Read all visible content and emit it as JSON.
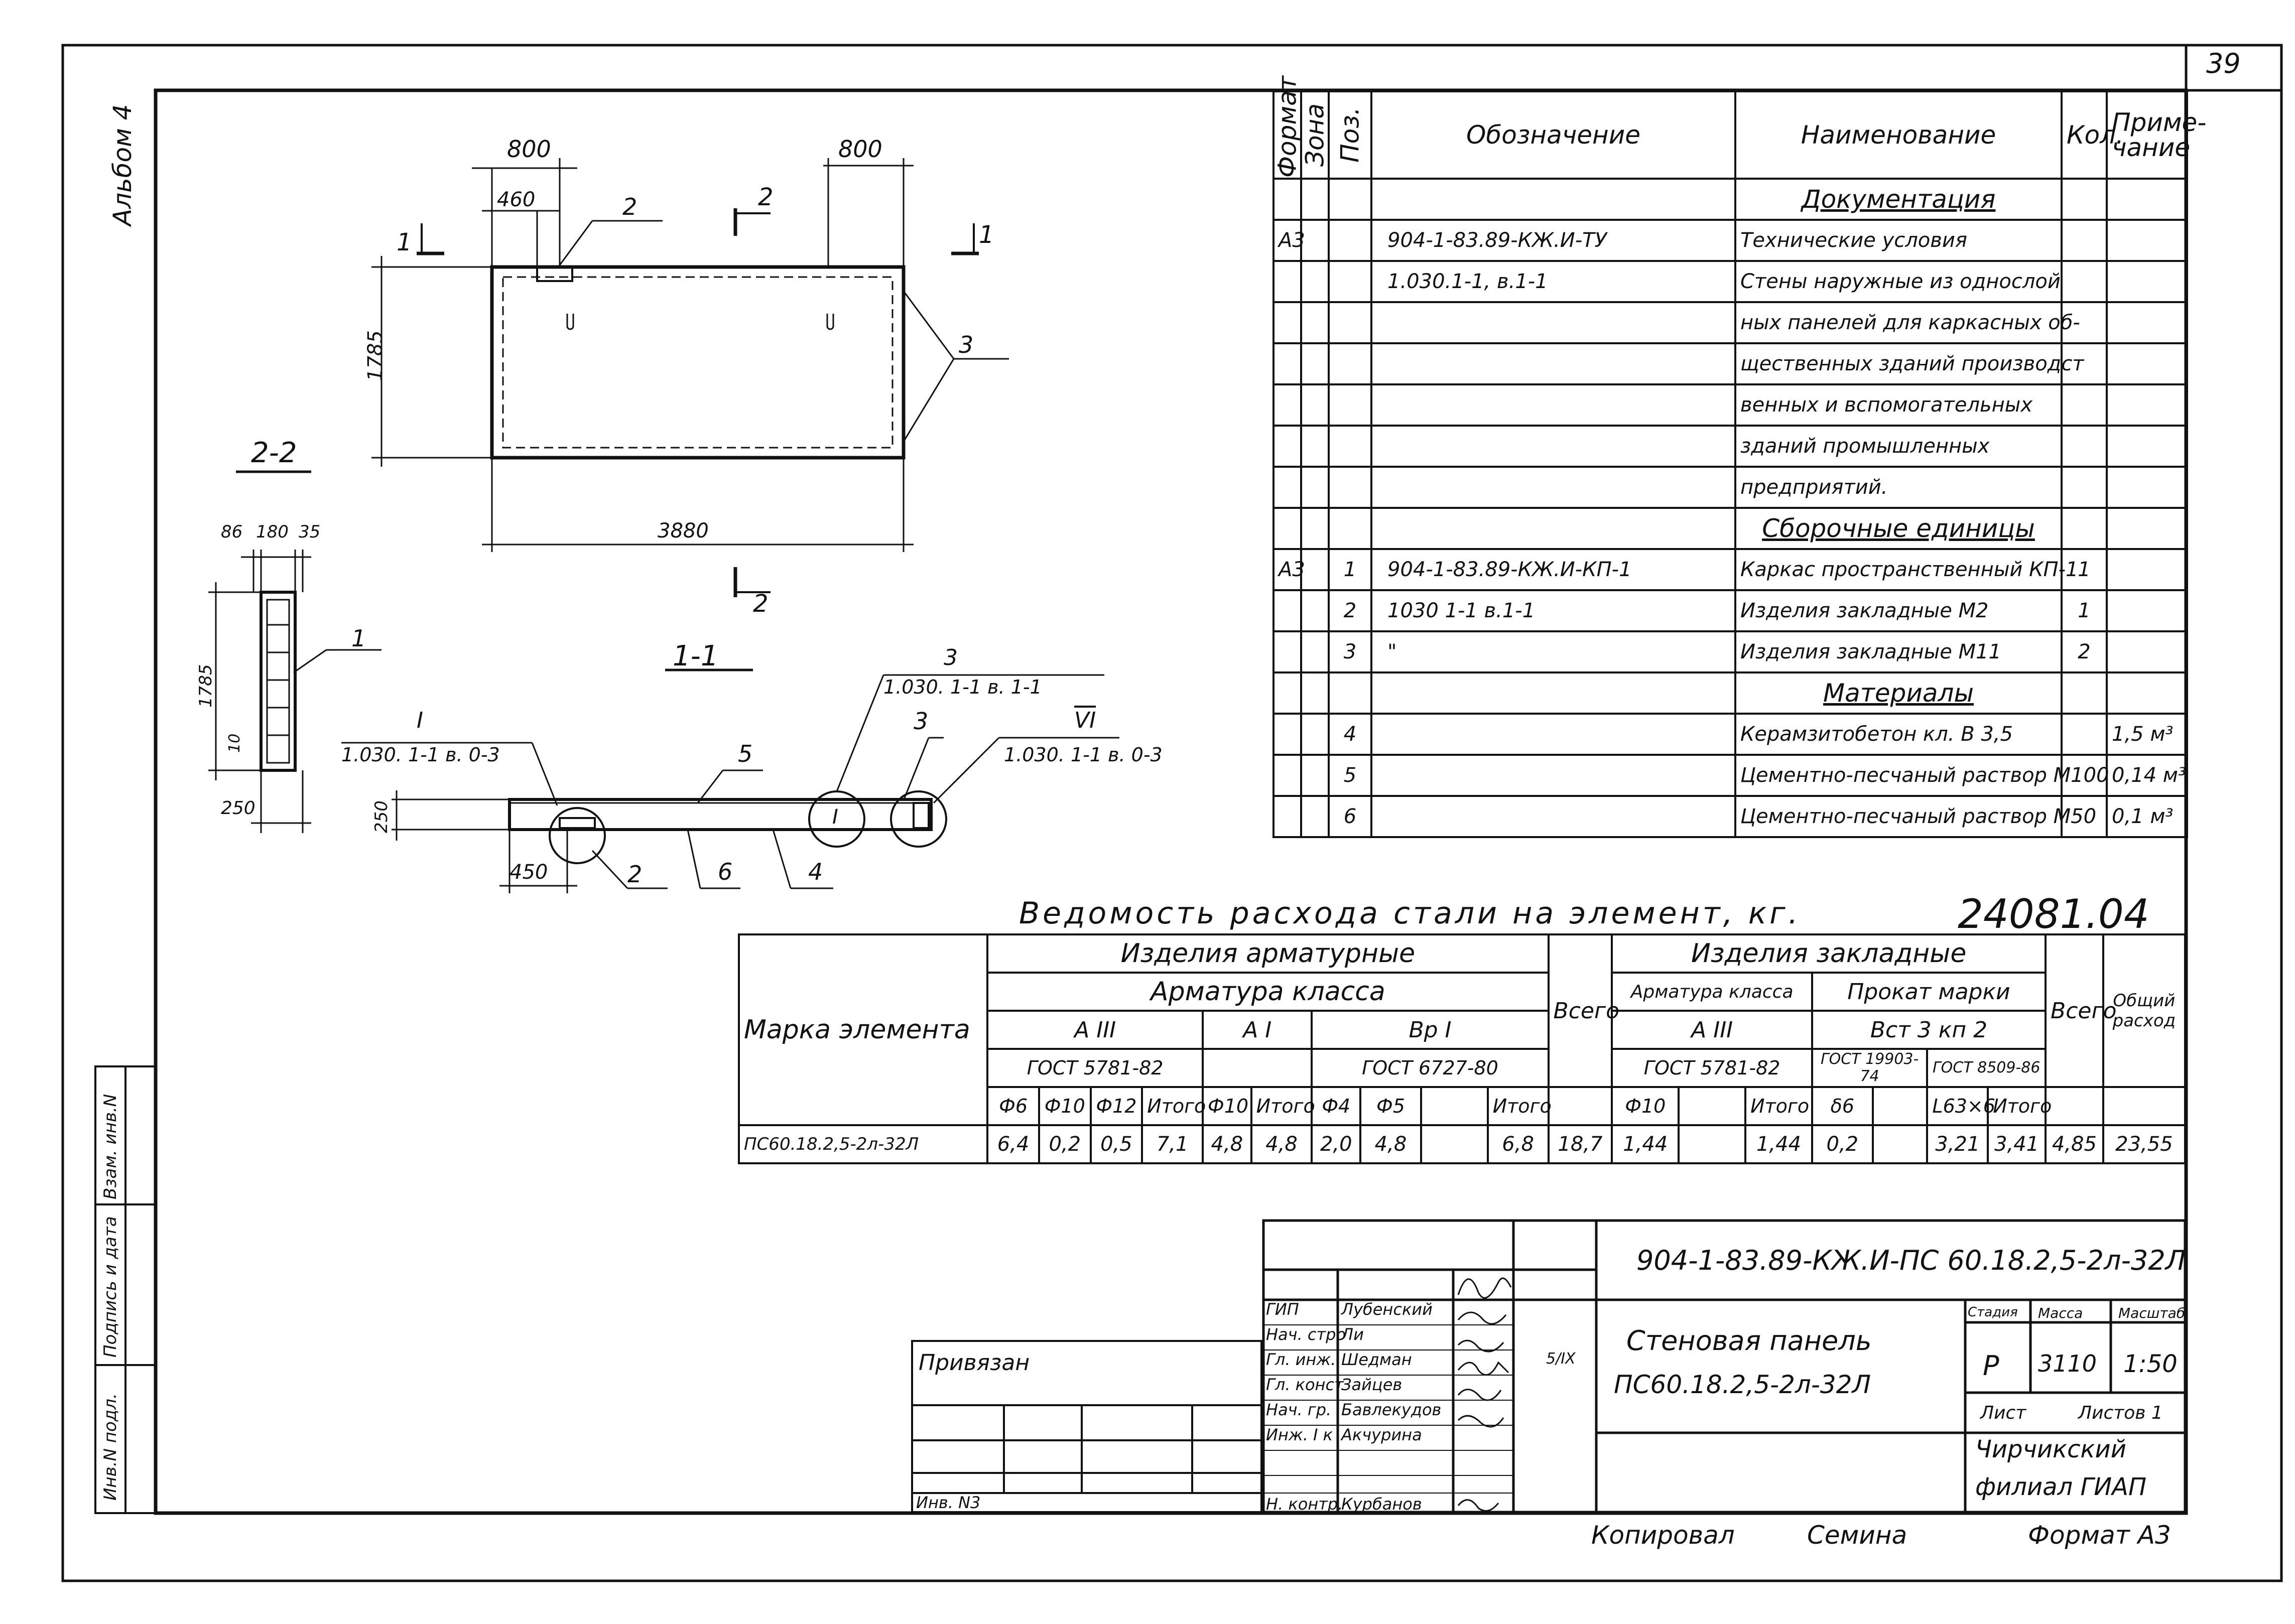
{
  "page_number": "39",
  "album_label": "Альбом 4",
  "drawing": {
    "dims_top": [
      "800",
      "800",
      "460"
    ],
    "dim_height": "1785",
    "dim_width": "3880",
    "section_22": "2-2",
    "section_11": "1-1",
    "cut_marks": [
      "1",
      "1",
      "2",
      "2"
    ],
    "pos_labels": [
      "2",
      "3",
      "1",
      "5",
      "6",
      "4",
      "2",
      "3"
    ],
    "dims_22": [
      "86",
      "180",
      "35"
    ],
    "dim_22_height": "1785",
    "dim_22_10": "10",
    "dim_22_250": "250",
    "dim_11_250": "250",
    "dim_11_450": "450",
    "node_I": "I",
    "node_I_ref": "1.030. 1-1 в. 0-3",
    "node_3_ref": "1.030. 1-1 в. 1-1",
    "node_VI": "VI",
    "node_VI_ref": "1.030. 1-1 в. 0-3",
    "circle_mark": "I"
  },
  "spec": {
    "headers": {
      "format": "Формат",
      "zone": "Зона",
      "pos": "Поз.",
      "designation": "Обозначение",
      "name": "Наименование",
      "qty": "Кол.",
      "note": "Приме-чание"
    },
    "rows": [
      {
        "f": "",
        "z": "",
        "p": "",
        "d": "",
        "n": "Документация",
        "q": "",
        "r": "",
        "u": true
      },
      {
        "f": "А3",
        "z": "",
        "p": "",
        "d": "904-1-83.89-КЖ.И-ТУ",
        "n": "Технические условия",
        "q": "",
        "r": ""
      },
      {
        "f": "",
        "z": "",
        "p": "",
        "d": "1.030.1-1, в.1-1",
        "n": "Стены наружные из однослой",
        "q": "",
        "r": ""
      },
      {
        "f": "",
        "z": "",
        "p": "",
        "d": "",
        "n": "ных панелей для каркасных об-",
        "q": "",
        "r": ""
      },
      {
        "f": "",
        "z": "",
        "p": "",
        "d": "",
        "n": "щественных зданий производст",
        "q": "",
        "r": ""
      },
      {
        "f": "",
        "z": "",
        "p": "",
        "d": "",
        "n": "венных и вспомогательных",
        "q": "",
        "r": ""
      },
      {
        "f": "",
        "z": "",
        "p": "",
        "d": "",
        "n": "зданий промышленных",
        "q": "",
        "r": ""
      },
      {
        "f": "",
        "z": "",
        "p": "",
        "d": "",
        "n": "предприятий.",
        "q": "",
        "r": ""
      },
      {
        "f": "",
        "z": "",
        "p": "",
        "d": "",
        "n": "Сборочные единицы",
        "q": "",
        "r": "",
        "u": true
      },
      {
        "f": "А3",
        "z": "",
        "p": "1",
        "d": "904-1-83.89-КЖ.И-КП-1",
        "n": "Каркас пространственный КП-1",
        "q": "1",
        "r": ""
      },
      {
        "f": "",
        "z": "",
        "p": "2",
        "d": "1030 1-1    в.1-1",
        "n": "Изделия закладные М2",
        "q": "1",
        "r": ""
      },
      {
        "f": "",
        "z": "",
        "p": "3",
        "d": "\"",
        "n": "Изделия закладные М11",
        "q": "2",
        "r": ""
      },
      {
        "f": "",
        "z": "",
        "p": "",
        "d": "",
        "n": "Материалы",
        "q": "",
        "r": "",
        "u": true
      },
      {
        "f": "",
        "z": "",
        "p": "4",
        "d": "",
        "n": "Керамзитобетон кл. В 3,5",
        "q": "",
        "r": "1,5 м³"
      },
      {
        "f": "",
        "z": "",
        "p": "5",
        "d": "",
        "n": "Цементно-песчаный раствор М100",
        "q": "",
        "r": "0,14 м³"
      },
      {
        "f": "",
        "z": "",
        "p": "6",
        "d": "",
        "n": "Цементно-песчаный раствор М50",
        "q": "",
        "r": "0,1 м³"
      }
    ]
  },
  "steel": {
    "title": "Ведомость расхода стали на элемент, кг.",
    "doc_code": "24081.04",
    "h_mark": "Марка элемента",
    "h_rebar_items": "Изделия арматурные",
    "h_rebar_class": "Арматура класса",
    "h_AIII": "А III",
    "h_AI": "А I",
    "h_BpI": "Вр I",
    "h_gost1": "ГОСТ 5781-82",
    "h_gost2": "ГОСТ 6727-80",
    "h_total": "Всего",
    "h_embedded": "Изделия закладные",
    "h_emb_class": "Арматура класса",
    "h_emb_AIII": "А III",
    "h_emb_gost": "ГОСТ 5781-82",
    "h_rolled": "Прокат марки",
    "h_vst": "Вст 3 кп 2",
    "h_gost3": "ГОСТ 19903-74",
    "h_gost4": "ГОСТ 8509-86",
    "h_total2": "Всего",
    "h_grand": "Общий расход",
    "sub": [
      "Ф6",
      "Ф10",
      "Ф12",
      "Итого",
      "Ф10",
      "Итого",
      "Ф4",
      "Ф5",
      "",
      "Итого",
      "Ф10",
      "",
      "Итого",
      "δ6",
      "",
      "L63×6",
      "Итого"
    ],
    "row": {
      "mark": "ПС60.18.2,5-2л-32Л",
      "vals": [
        "6,4",
        "0,2",
        "0,5",
        "7,1",
        "4,8",
        "4,8",
        "2,0",
        "4,8",
        "",
        "6,8",
        "18,7",
        "1,44",
        "",
        "1,44",
        "0,2",
        "",
        "3,21",
        "3,41",
        "4,85",
        "23,55"
      ]
    }
  },
  "side_stamp": [
    "Инв.N подл.",
    "Подпись и дата",
    "Взам. инв.N"
  ],
  "binding": {
    "label": "Привязан",
    "inv": "Инв. N3"
  },
  "stamp": {
    "code": "904-1-83.89-КЖ.И-ПС 60.18.2,5-2л-32Л",
    "roles": [
      {
        "role": "ГИП",
        "name": "Лубенский"
      },
      {
        "role": "Нач. стро",
        "name": "Ли"
      },
      {
        "role": "Гл. инж.",
        "name": "Шедман"
      },
      {
        "role": "Гл. конст",
        "name": "Зайцев"
      },
      {
        "role": "Нач. гр.",
        "name": "Бавлекудов"
      },
      {
        "role": "Инж. I к",
        "name": "Акчурина"
      },
      {
        "role": "",
        "name": ""
      },
      {
        "role": "",
        "name": ""
      },
      {
        "role": "Н. контр.",
        "name": "Курбанов"
      }
    ],
    "title_1": "Стеновая панель",
    "title_2": "ПС60.18.2,5-2л-32Л",
    "h_stage": "Стадия",
    "h_mass": "Масса",
    "h_scale": "Масштаб",
    "stage": "Р",
    "mass": "3110",
    "scale": "1:50",
    "sheet": "Лист",
    "sheets": "Листов 1",
    "org_1": "Чирчикский",
    "org_2": "филиал ГИАП",
    "date": "5/IX"
  },
  "footer": {
    "copied": "Копировал",
    "copier": "Семина",
    "format": "Формат А3"
  }
}
